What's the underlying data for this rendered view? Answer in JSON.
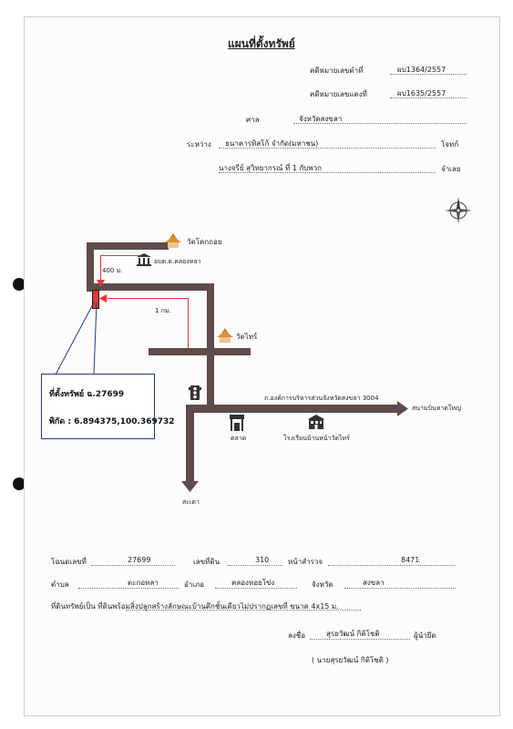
{
  "title": "แผนที่ตั้งทรัพย์",
  "header_fields": [
    {
      "label": "คดีหมายเลขดำที่",
      "value": "ผบ1364/2557"
    },
    {
      "label": "คดีหมายเลขแดงที่",
      "value": "ผบ1635/2557"
    },
    {
      "label": "ศาล",
      "value": "จังหวัดสงขลา"
    },
    {
      "label": "ระหว่าง",
      "value": "ธนาคารทิสโก้ จำกัด(มหาชน)",
      "suffix": "โจทก์"
    },
    {
      "value": "นางจรีย์ สุวิทยากรณ์ ที่ 1 กับพวก",
      "suffix": "จำเลย"
    }
  ],
  "map": {
    "labels": {
      "temple_top": "วัดโคกถอย",
      "district_office": "อบต.ต.คลองหลา",
      "distance_400": "400 ม.",
      "distance_1km": "1 กม.",
      "temple_mid": "วัดไทร์",
      "road_name": "ถ.องค์การบริหารส่วนจังหวัดสงขลา 3004",
      "airport": "สนามบินหาดใหญ่",
      "market": "ตลาด",
      "school": "โรงเรียนบ้านหน้าวัดไทร์",
      "to_south": "สะเดา"
    },
    "property_box": {
      "line1": "ที่ตั้งทรัพย์ ฉ.27699",
      "line2": "พิกัด : 6.894375,100.369732"
    },
    "colors": {
      "road": "#5e4b4b",
      "marker": "#e0383a",
      "box_border": "#203a8c"
    }
  },
  "deed": {
    "deed_no_label": "โฉนดเลขที่",
    "deed_no": "27699",
    "land_no_label": "เลขที่ดิน",
    "land_no": "310",
    "survey_label": "หน้าสำรวจ",
    "survey_no": "8471",
    "tambon_label": "ตำบล",
    "tambon": "ตะกอหลา",
    "amphoe_label": "อำเภอ",
    "amphoe": "คลองหอยโข่ง",
    "province_label": "จังหวัด",
    "province": "สงขลา",
    "description": "ที่ดินทรัพย์เป็น  ที่ดินพร้อมสิ่งปลูกสร้างลักษณะบ้านตึกชั้นเดียวไม่ปรากฏเลขที่ ขนาด 4x15 ม."
  },
  "signature": {
    "sign_label": "ลงชื่อ",
    "sign_name": "สุรยวัฒน์ กิติโชติ",
    "role": "ผู้นำยึด",
    "printed_name": "( นายสุรยวัฒน์ กิติโชติ )"
  }
}
